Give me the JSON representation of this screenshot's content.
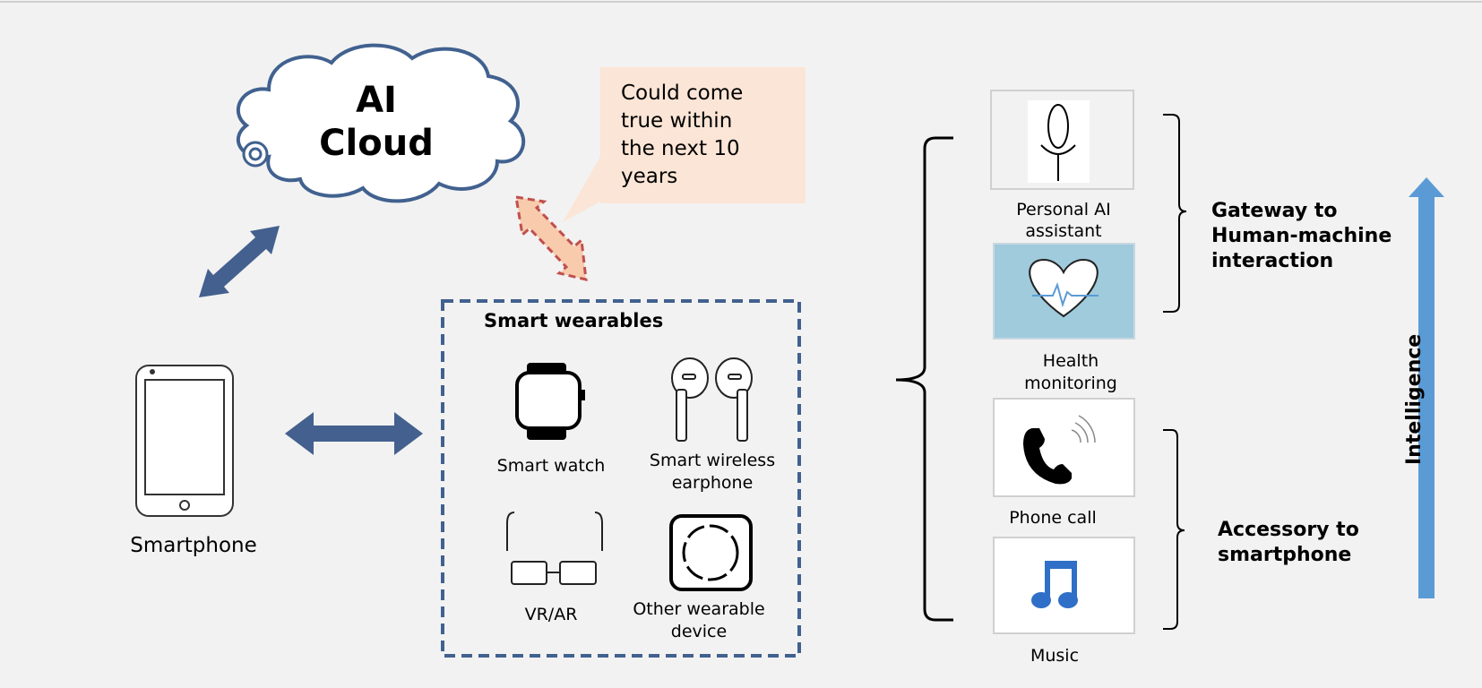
{
  "cloud": {
    "line1": "AI",
    "line2": "Cloud"
  },
  "callout": {
    "lines": [
      "Could come",
      "true within",
      "the next 10",
      "years"
    ]
  },
  "smartphone": {
    "label": "Smartphone"
  },
  "wearables": {
    "title": "Smart wearables",
    "items": [
      {
        "line1": "Smart watch",
        "line2": ""
      },
      {
        "line1": "Smart wireless",
        "line2": "earphone"
      },
      {
        "line1": "VR/AR",
        "line2": ""
      },
      {
        "line1": "Other wearable",
        "line2": "device"
      }
    ]
  },
  "functions": [
    {
      "line1": "Personal AI",
      "line2": "assistant"
    },
    {
      "line1": "Health",
      "line2": "monitoring"
    },
    {
      "line1": "Phone call",
      "line2": ""
    },
    {
      "line1": "Music",
      "line2": ""
    }
  ],
  "groups": {
    "gateway": [
      "Gateway to",
      "Human-machine",
      "interaction"
    ],
    "accessory": [
      "Accessory to",
      "smartphone"
    ]
  },
  "axis": {
    "label": "Intelligence"
  },
  "colors": {
    "arrow": "#44608f",
    "accent": "#5b9bd5",
    "callout_bg": "#fbe5d6",
    "dashed_arrow": "#c0504d",
    "dashed_fill": "#f8cbad",
    "health_bg": "#9fcbdc",
    "music_note": "#2f6fc7"
  }
}
